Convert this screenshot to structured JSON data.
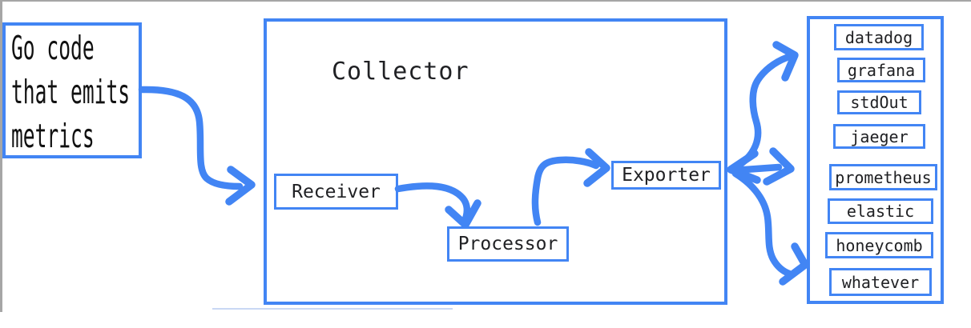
{
  "diagram": {
    "source": {
      "lines": [
        "Go code",
        "that emits",
        "metrics"
      ]
    },
    "collector": {
      "title": "Collector",
      "receiver": "Receiver",
      "processor": "Processor",
      "exporter": "Exporter"
    },
    "backends": [
      "datadog",
      "grafana",
      "stdOut",
      "jaeger",
      "prometheus",
      "elastic",
      "honeycomb",
      "whatever"
    ]
  },
  "colors": {
    "accent": "#4285f4",
    "text": "#1d1d1f",
    "page_edge": "#a6a6a6"
  }
}
